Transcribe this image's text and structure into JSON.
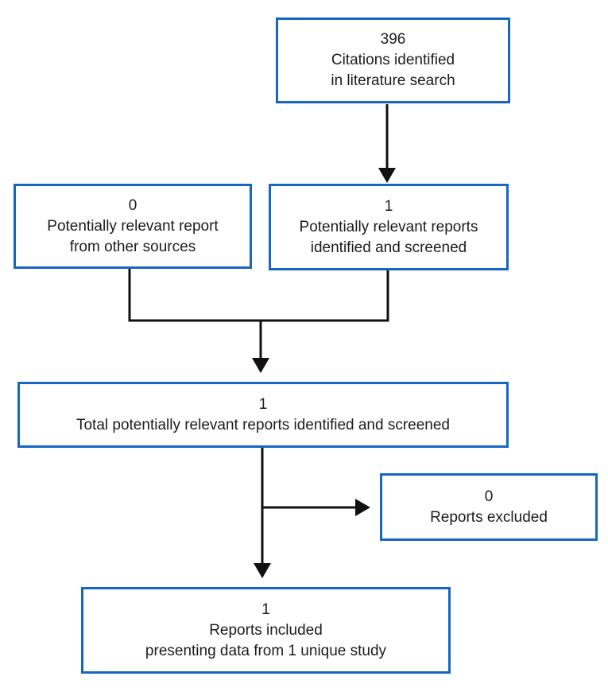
{
  "colors": {
    "box_border": "#1766c2",
    "arrow": "#111111",
    "text": "#1c1c1c",
    "background": "#ffffff"
  },
  "boxes": {
    "citations": {
      "count": "396",
      "lines": [
        "Citations identified",
        "in literature search"
      ]
    },
    "other_sources": {
      "count": "0",
      "lines": [
        "Potentially relevant report",
        "from other sources"
      ]
    },
    "screened": {
      "count": "1",
      "lines": [
        "Potentially relevant reports",
        "identified and screened"
      ]
    },
    "total": {
      "count": "1",
      "lines": [
        "Total potentially relevant reports identified and screened"
      ]
    },
    "excluded": {
      "count": "0",
      "lines": [
        "Reports excluded"
      ]
    },
    "included": {
      "count": "1",
      "lines": [
        "Reports included",
        "presenting data from 1 unique study"
      ]
    }
  }
}
